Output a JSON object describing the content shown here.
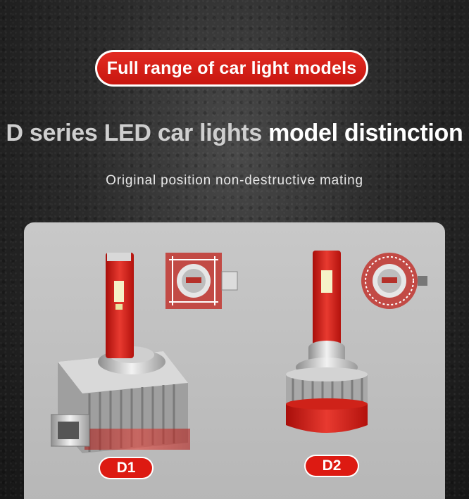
{
  "banner": {
    "text": "Full range of car light models"
  },
  "headline": {
    "part_light": "D series LED car lights",
    "part_strong": " model distinction"
  },
  "subline": {
    "text": "Original position non-destructive mating"
  },
  "products": [
    {
      "label": "D1"
    },
    {
      "label": "D2"
    }
  ],
  "colors": {
    "accent_red": "#dd1a12",
    "panel_gray": "#c0c0c0"
  }
}
